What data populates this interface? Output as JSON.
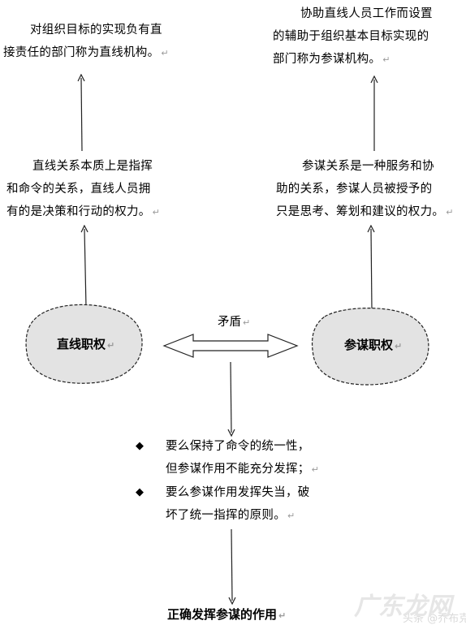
{
  "line_function": {
    "definition": [
      "对组织目标的实现负有直",
      "接责任的部门称为直线机构。"
    ],
    "nature": [
      "直线关系本质上是指挥",
      "和命令的关系，直线人员拥",
      "有的是决策和行动的权力。"
    ],
    "node_label": "直线职权"
  },
  "staff_function": {
    "definition": [
      "协助直线人员工作而设置",
      "的辅助于组织基本目标实现的",
      "部门称为参谋机构。"
    ],
    "nature": [
      "参谋关系是一种服务和协",
      "助的关系，参谋人员被授予的",
      "只是思考、筹划和建议的权力。"
    ],
    "node_label": "参谋职权"
  },
  "conflict_label": "矛盾",
  "outcomes": [
    {
      "bullet": "◆",
      "lines": [
        "要么保持了命令的统一性，",
        "但参谋作用不能充分发挥；"
      ]
    },
    {
      "bullet": "◆",
      "lines": [
        "要么参谋作用发挥失当，破",
        "坏了统一指挥的原则。"
      ]
    }
  ],
  "conclusion": "正确发挥参谋的作用",
  "return_mark": "↵",
  "watermark": "头条 @乔布克",
  "logo_text": "广东龙网",
  "colors": {
    "blob_fill": "#e3e3e3",
    "stroke": "#222222",
    "return_mark": "#9a9a9a"
  }
}
